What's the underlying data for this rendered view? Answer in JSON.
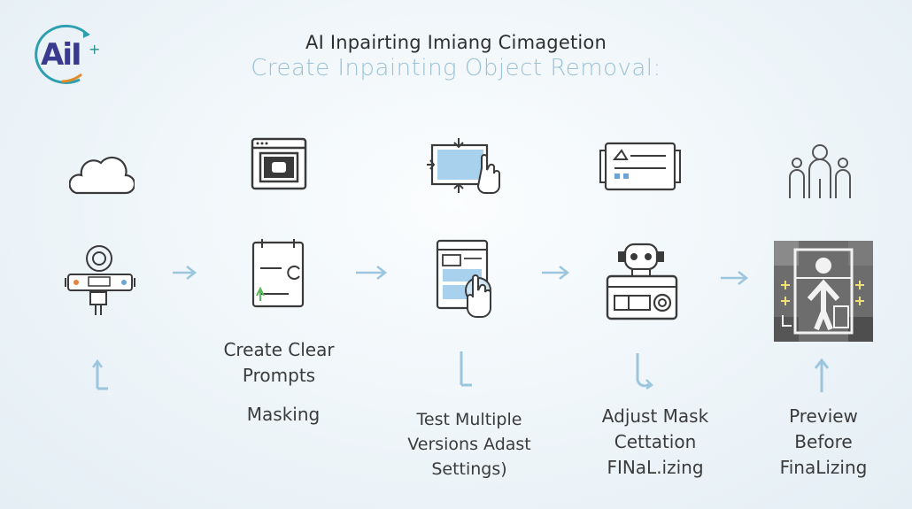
{
  "logo": {
    "text": "AiI",
    "plus": "+"
  },
  "title": "AI Inpairting Imiang Cimagetion",
  "subtitle": "Create Inpainting Object Removal:",
  "steps": [
    {
      "label": ""
    },
    {
      "label": "Create Clear\nPrompts",
      "sublabel": "Masking"
    },
    {
      "label": "Test Multiple\nVersions Adast\nSettings)"
    },
    {
      "label": "Adjust Mask\nCettation\nFINaL.izing"
    },
    {
      "label": "Preview\nBefore\nFinaLizing"
    }
  ],
  "colors": {
    "stroke": "#3a3a3a",
    "accent_blue": "#9fcbe6",
    "arrow": "#9cc6dd"
  }
}
